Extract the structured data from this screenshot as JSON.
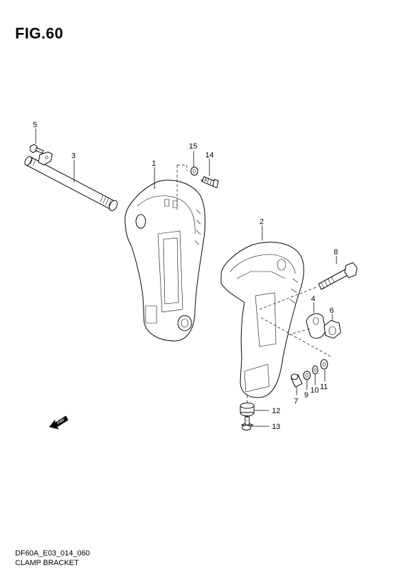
{
  "figure": {
    "title": "FIG.60",
    "code": "DF60A_E03_014_060",
    "name": "CLAMP BRACKET"
  },
  "fwd_label": "FWD",
  "callouts": [
    {
      "id": "c1",
      "label": "1"
    },
    {
      "id": "c2",
      "label": "2"
    },
    {
      "id": "c3",
      "label": "3"
    },
    {
      "id": "c4",
      "label": "4"
    },
    {
      "id": "c5",
      "label": "5"
    },
    {
      "id": "c6",
      "label": "6"
    },
    {
      "id": "c7",
      "label": "7"
    },
    {
      "id": "c8",
      "label": "8"
    },
    {
      "id": "c9",
      "label": "9"
    },
    {
      "id": "c10",
      "label": "10"
    },
    {
      "id": "c11",
      "label": "11"
    },
    {
      "id": "c12",
      "label": "12"
    },
    {
      "id": "c13",
      "label": "13"
    },
    {
      "id": "c14",
      "label": "14"
    },
    {
      "id": "c15",
      "label": "15"
    }
  ]
}
